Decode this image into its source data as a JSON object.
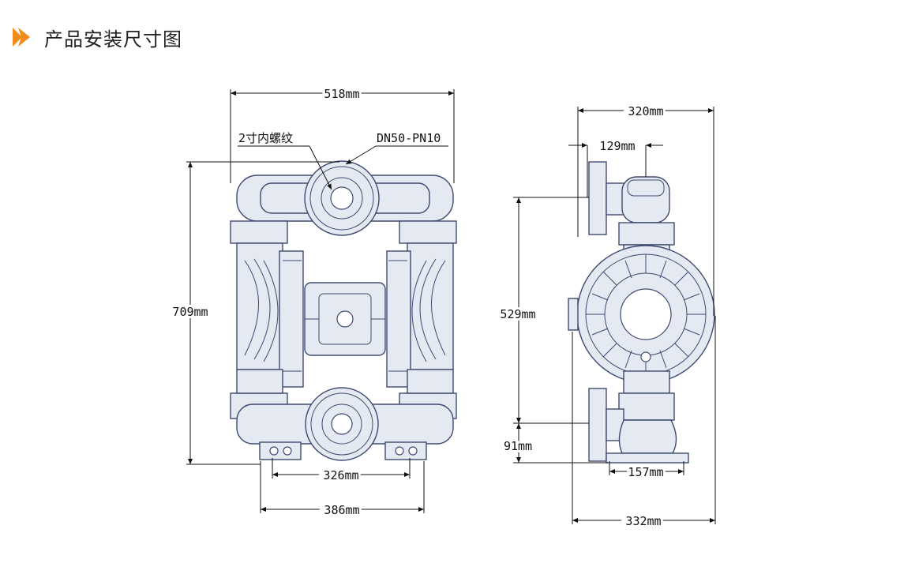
{
  "header": {
    "title": "产品安装尺寸图",
    "accent_color": "#f08c1e",
    "icon": "chevron-right-icon"
  },
  "front_view": {
    "overall_width": "518mm",
    "overall_height": "709mm",
    "bolt_spacing": "326mm",
    "base_width": "386mm",
    "thread_label": "2寸内螺纹",
    "flange_label": "DN50-PN10"
  },
  "side_view": {
    "overall_width_top": "320mm",
    "flange_offset": "129mm",
    "port_spacing": "529mm",
    "outlet_height": "91mm",
    "foot_width": "157mm",
    "overall_width_bottom": "332mm"
  },
  "colors": {
    "line": "#3e4a70",
    "fill": "#e4e9f2",
    "dimension": "#111111"
  }
}
